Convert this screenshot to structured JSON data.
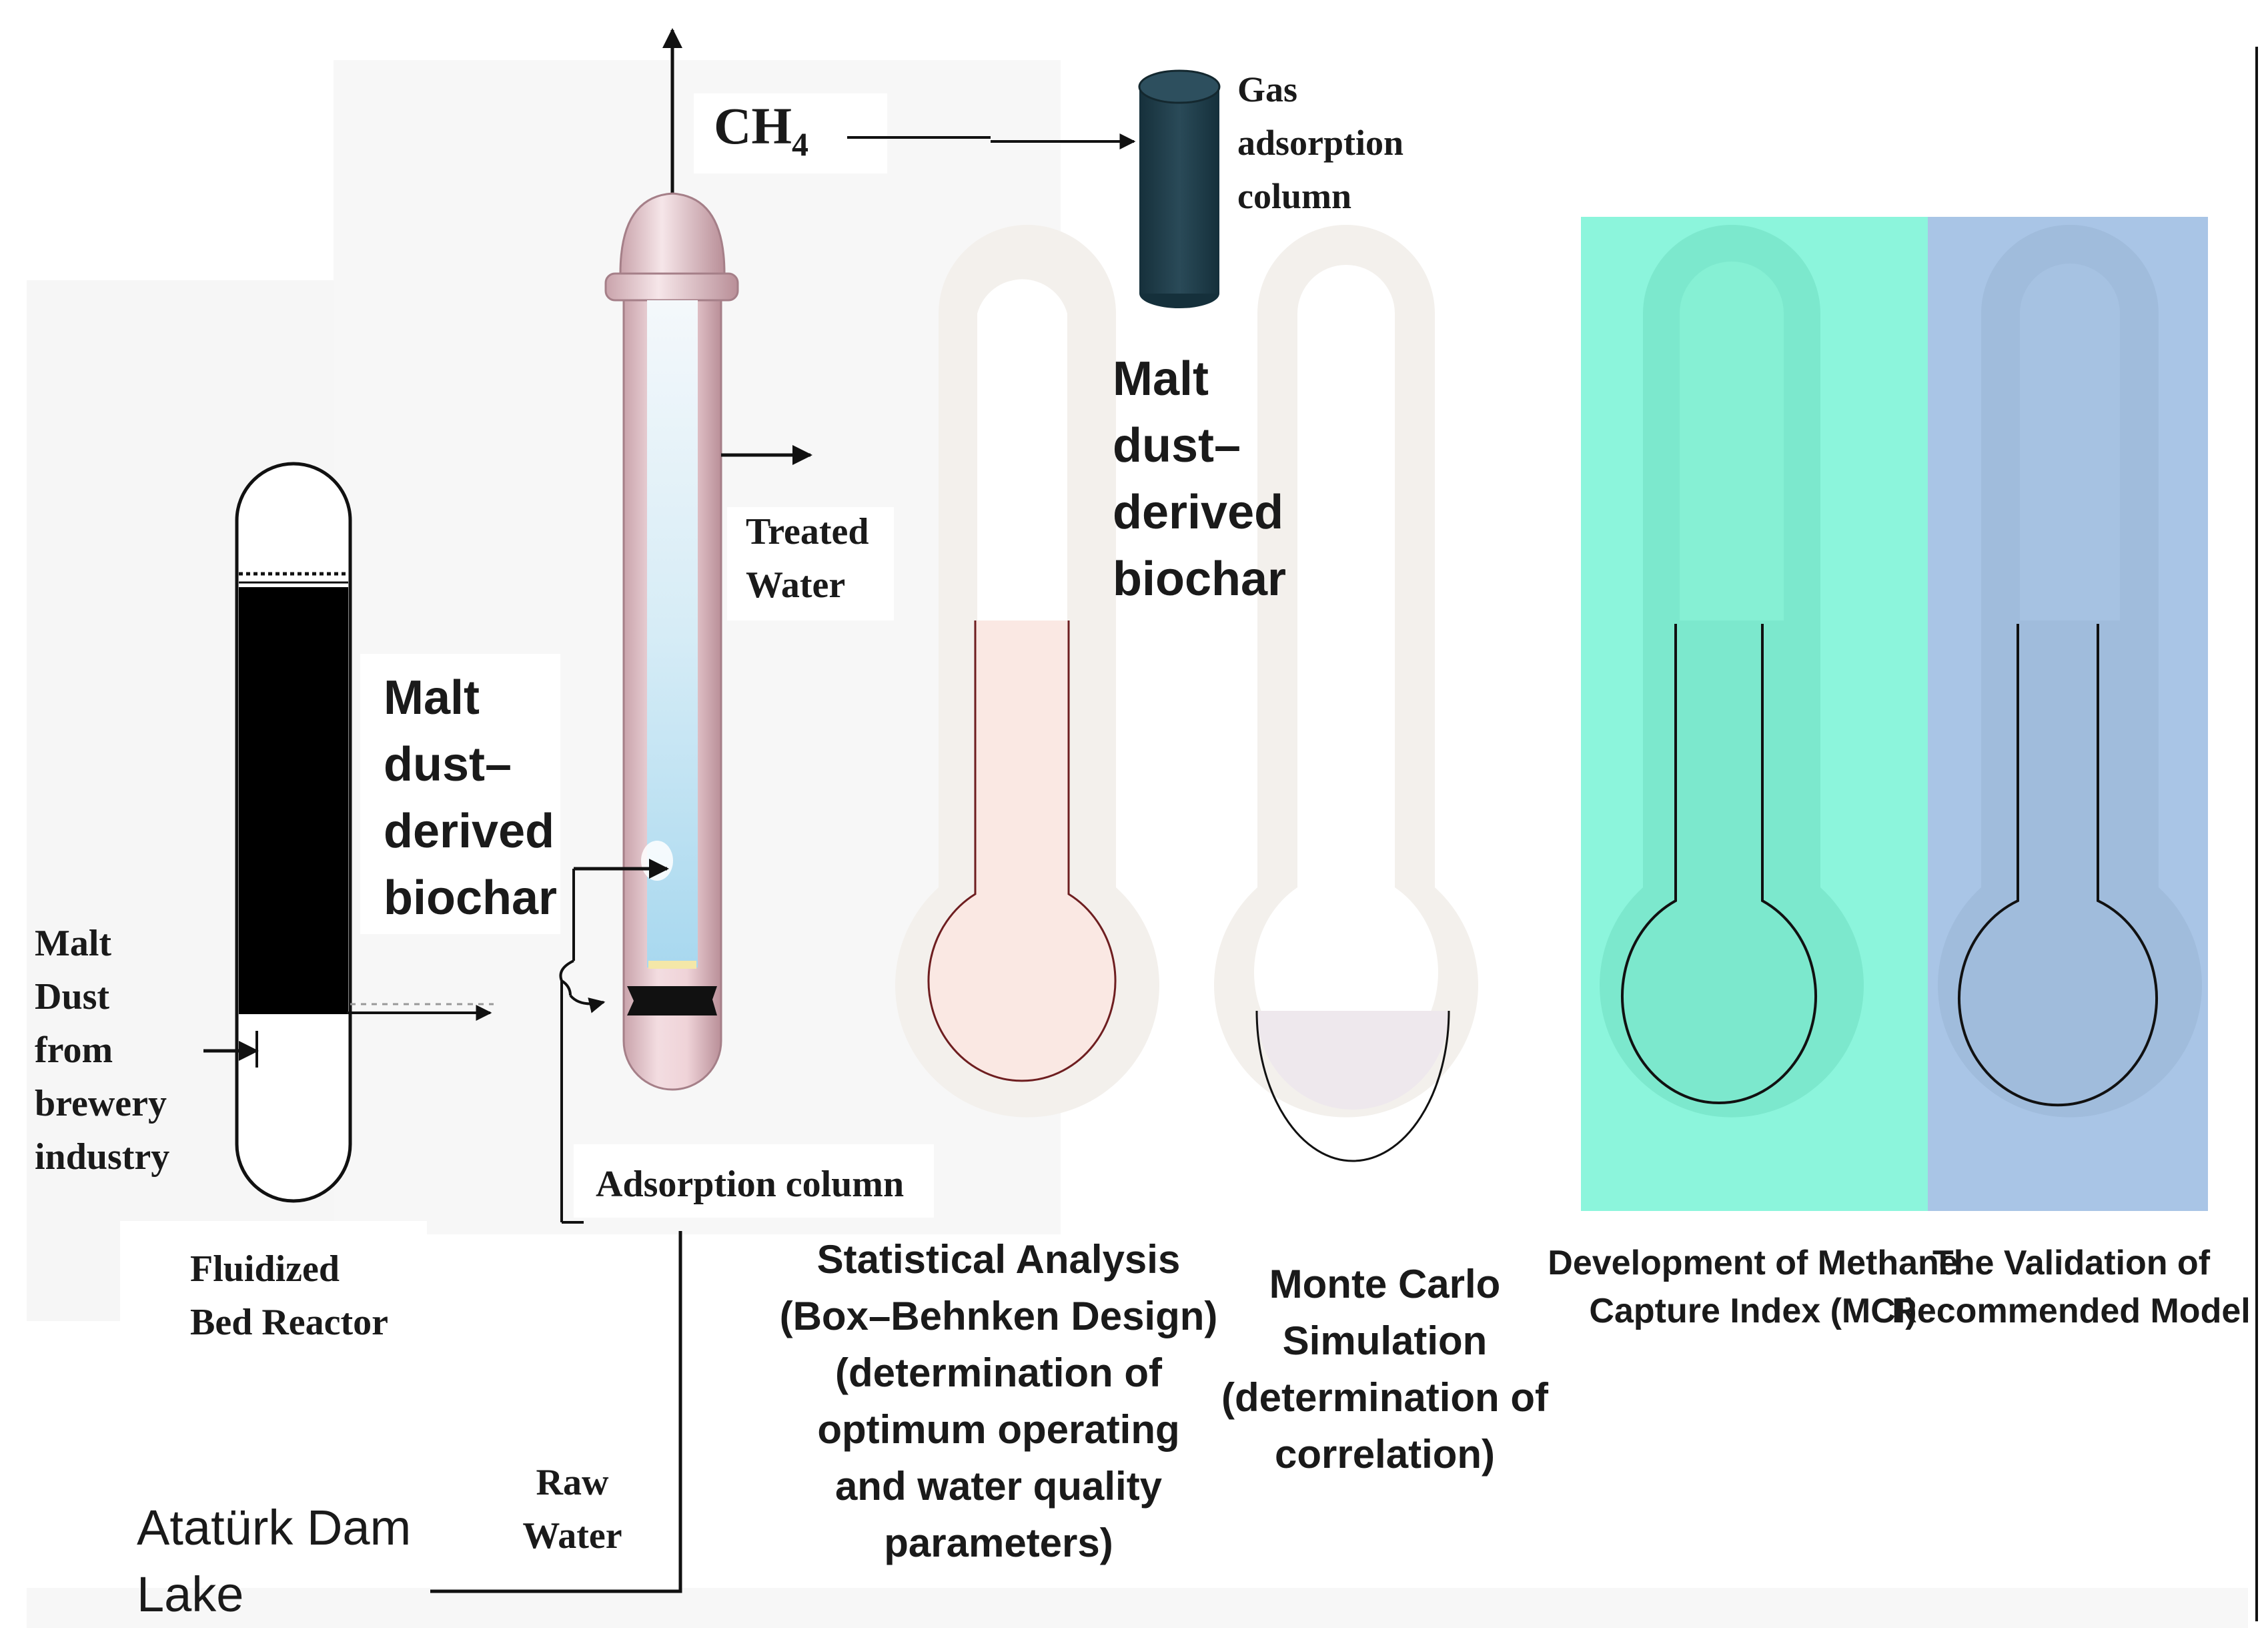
{
  "labels": {
    "ch4_main": "CH",
    "ch4_sub": "4",
    "gas_col": [
      "Gas",
      "adsorption",
      "column"
    ],
    "biochar_top": [
      "Malt",
      "dust–",
      "derived",
      "biochar"
    ],
    "biochar_left": [
      "Malt",
      "dust–",
      "derived",
      "biochar"
    ],
    "treated": [
      "Treated",
      "Water"
    ],
    "malt_dust": [
      "Malt",
      "Dust",
      "from",
      "brewery",
      "industry"
    ],
    "fbr": [
      "Fluidized",
      "Bed Reactor"
    ],
    "adsorption_column": "Adsorption column",
    "raw_water": [
      "Raw",
      "Water"
    ],
    "dam": [
      "Atatürk Dam",
      "Lake"
    ],
    "stat": [
      "Statistical Analysis",
      "(Box–Behnken Design)",
      "(determination of",
      "optimum operating",
      "and water quality",
      "parameters)"
    ],
    "monte": [
      "Monte Carlo",
      "Simulation",
      "(determination of",
      "correlation)"
    ],
    "mci": [
      "Development of Methane",
      "Capture Index (MCI)"
    ],
    "valid": [
      "The Validation of",
      "Recommended Model"
    ]
  },
  "colors": {
    "teal_panel": "#8cf5dc",
    "blue_panel": "#a9c5e6",
    "column_pink": "#e8c9cf",
    "gas_column": "#1f3a47",
    "bed_black": "#000000",
    "flask_fill_stat": "#fae8e3",
    "flask_fill_monte": "#eee8ed"
  }
}
